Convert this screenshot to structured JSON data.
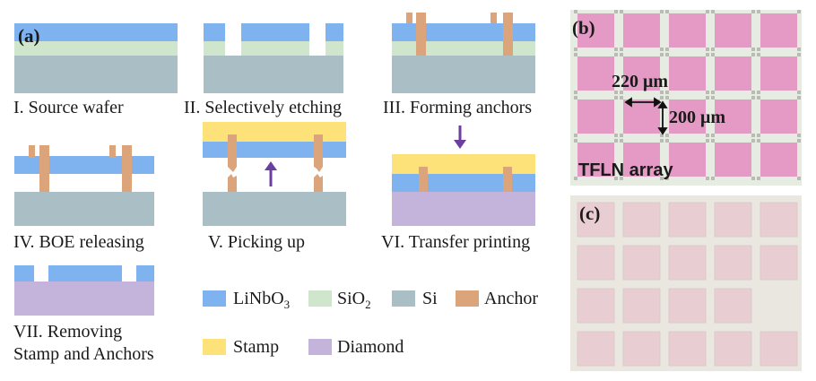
{
  "colors": {
    "linbo3": "#7fb3f0",
    "sio2": "#cfe6cd",
    "si": "#a9bfc5",
    "anchor": "#dba47a",
    "stamp": "#fde27a",
    "diamond": "#c4b4dc",
    "arrow": "#6a3fa0",
    "micro_bg": "#e7ece3",
    "micro_pad": "#e49ac4",
    "micro_pad_faded": "#e8cdd2",
    "micro_bg_c": "#e9e7df"
  },
  "panel_a": {
    "label": "(a)",
    "steps": [
      {
        "caption": "I. Source wafer"
      },
      {
        "caption": "II. Selectively etching"
      },
      {
        "caption": "III. Forming anchors"
      },
      {
        "caption": "IV. BOE releasing"
      },
      {
        "caption": "V. Picking up"
      },
      {
        "caption": "VI. Transfer printing"
      },
      {
        "caption_line1": "VII. Removing",
        "caption_line2": "Stamp and Anchors"
      }
    ],
    "legend": [
      {
        "name": "LiNbO",
        "sub": "3",
        "color_key": "linbo3"
      },
      {
        "name": "SiO",
        "sub": "2",
        "color_key": "sio2"
      },
      {
        "name": "Si",
        "sub": "",
        "color_key": "si"
      },
      {
        "name": "Anchor",
        "sub": "",
        "color_key": "anchor"
      },
      {
        "name": "Stamp",
        "sub": "",
        "color_key": "stamp"
      },
      {
        "name": "Diamond",
        "sub": "",
        "color_key": "diamond"
      }
    ]
  },
  "panel_b": {
    "label": "(b)",
    "dim_width": "220 μm",
    "dim_height": "200 μm",
    "array_label": "TFLN array"
  },
  "panel_c": {
    "label": "(c)"
  }
}
